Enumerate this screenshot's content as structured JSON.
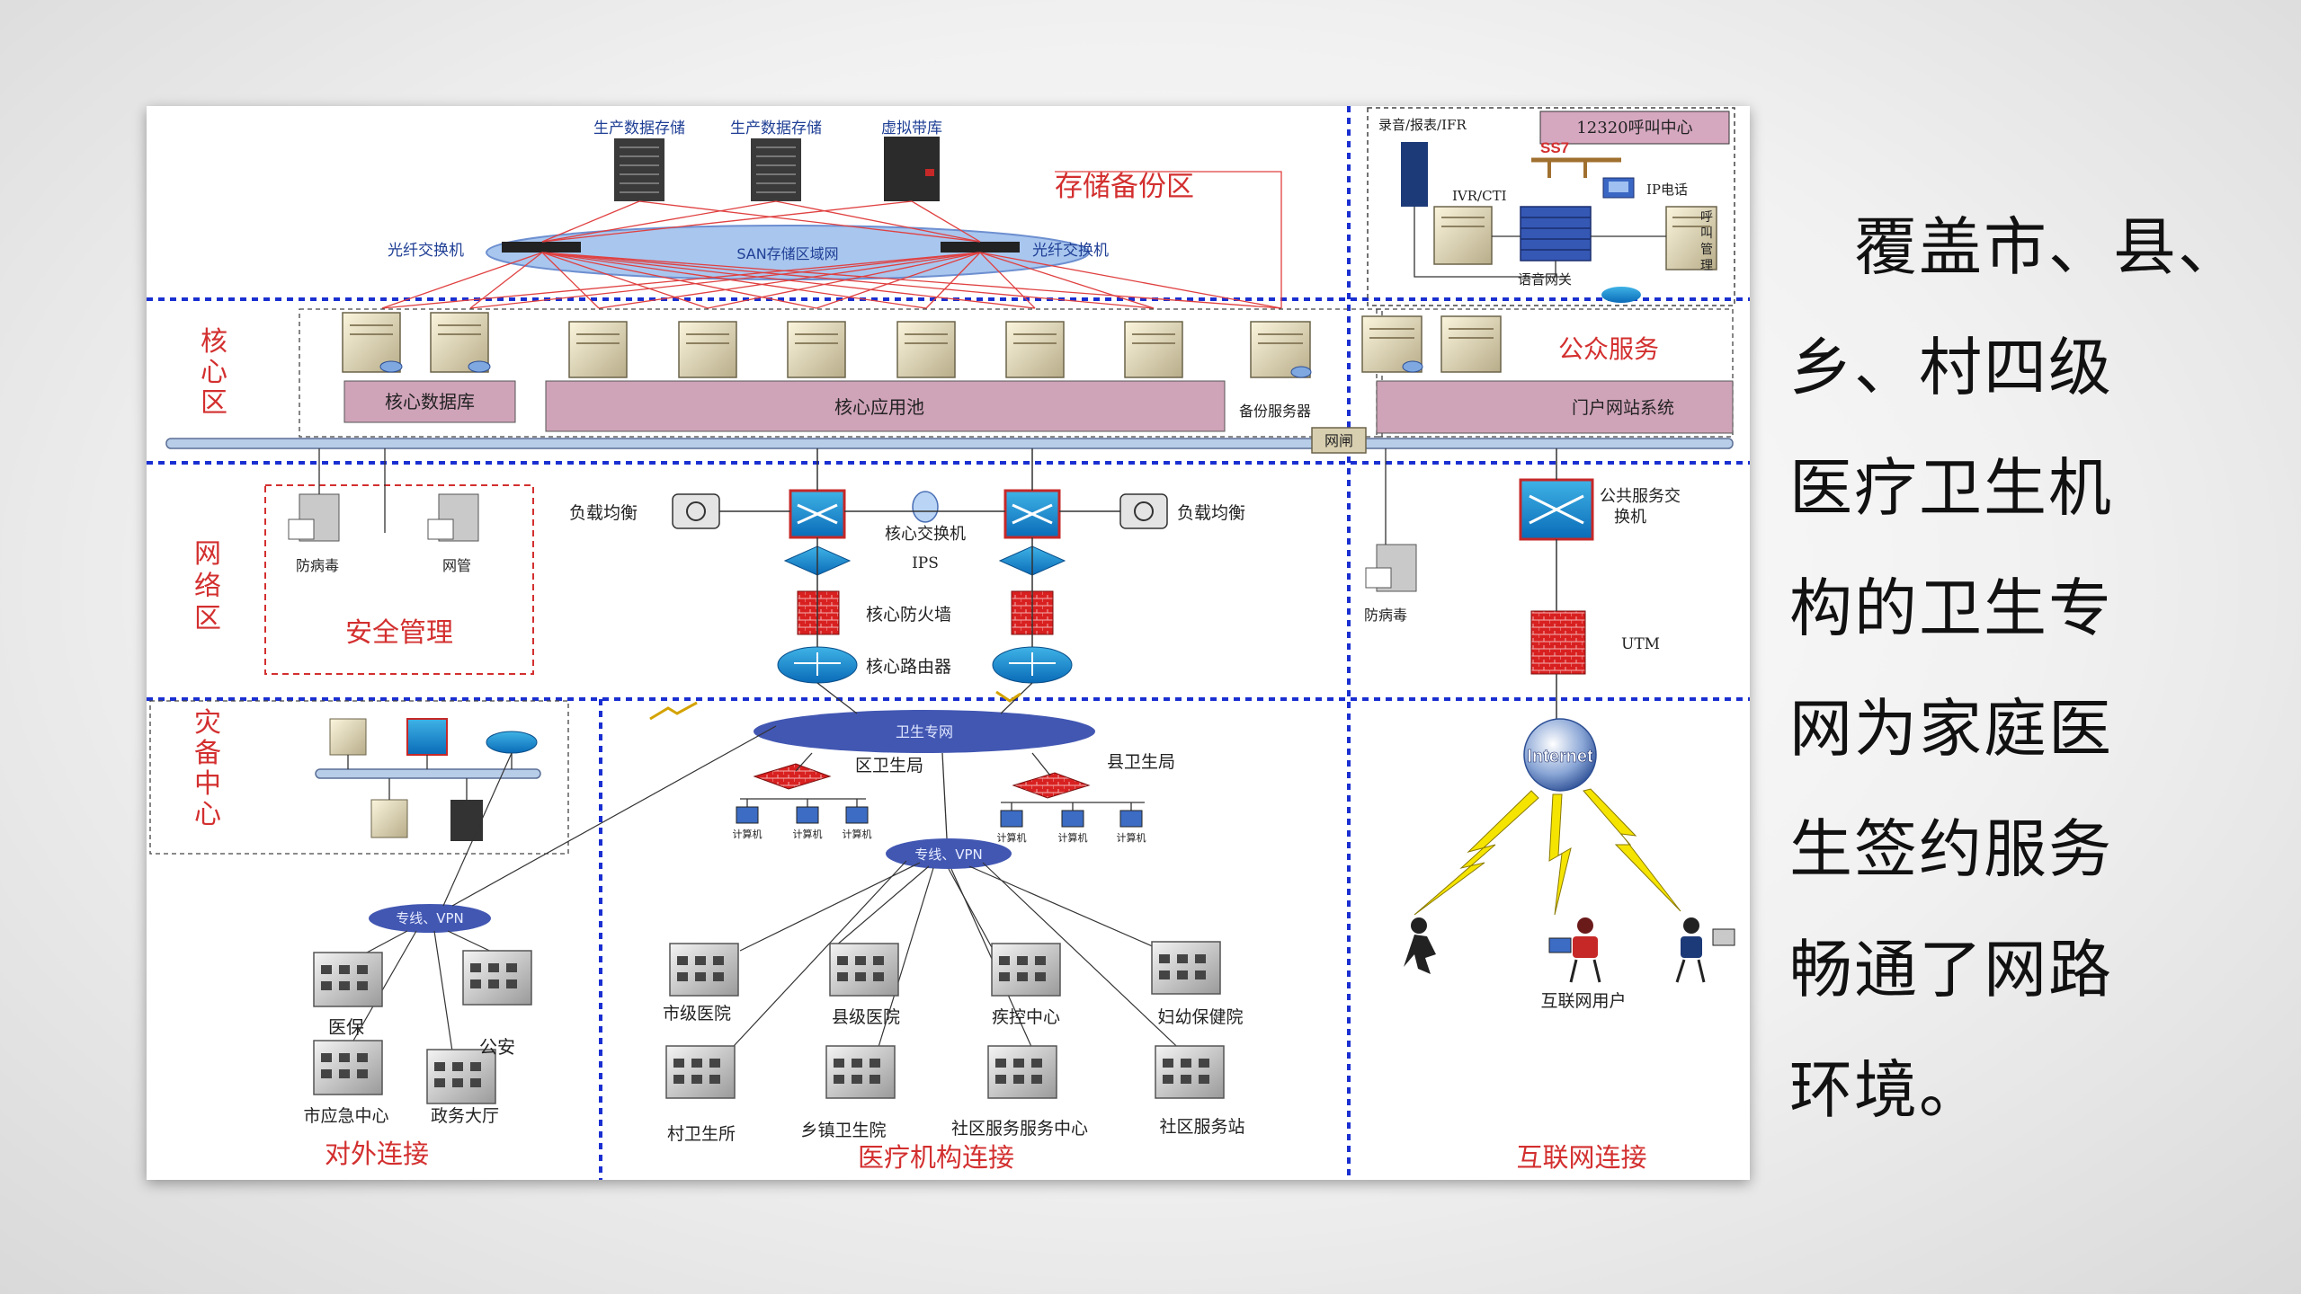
{
  "side_text": {
    "lines": [
      "　覆盖市、县、",
      "乡、村四级",
      "医疗卫生机",
      "构的卫生专",
      "网为家庭医",
      "生签约服务",
      "畅通了网路",
      "环境。"
    ]
  },
  "zones": {
    "storage": "存储备份区",
    "core": [
      "核",
      "心",
      "区"
    ],
    "network": [
      "网",
      "络",
      "区"
    ],
    "disaster": [
      "灾",
      "备",
      "中",
      "心"
    ],
    "public_service": "公众服务",
    "security": "安全管理",
    "external": "对外连接",
    "medical": "医疗机构连接",
    "internet": "互联网连接"
  },
  "storage_area": {
    "devices": [
      "生产数据存储",
      "生产数据存储",
      "虚拟带库"
    ],
    "san_label": "SAN存储区域网",
    "fc_switch_left": "光纤交换机",
    "fc_switch_right": "光纤交换机"
  },
  "core_area": {
    "core_db": "核心数据库",
    "core_app_pool": "核心应用池",
    "backup_server": "备份服务器",
    "gatekeeper": "网闸",
    "portal": "门户网站系统"
  },
  "call_center": {
    "title": "12320呼叫中心",
    "recording": "录音/报表/IFR",
    "ss7": "SS7",
    "ivr": "IVR/CTI",
    "ip_phone": "IP电话",
    "call_mgmt": [
      "呼",
      "叫",
      "管",
      "理"
    ],
    "voice_gw": "语音网关"
  },
  "network_area": {
    "lb_left": "负载均衡",
    "lb_right": "负载均衡",
    "core_switch": "核心交换机",
    "ips": "IPS",
    "core_firewall": "核心防火墙",
    "core_router": "核心路由器",
    "antivirus": "防病毒",
    "netmgmt": "网管",
    "public_switch": [
      "公共服务交",
      "换机"
    ],
    "antivirus_right": "防病毒",
    "utm": "UTM"
  },
  "health_net": {
    "cloud": "卫生专网",
    "district": "区卫生局",
    "county": "县卫生局",
    "pc": "计算机",
    "vpn_center": "专线、VPN",
    "vpn_left": "专线、VPN"
  },
  "external": {
    "items": [
      "医保",
      "公安",
      "市应急中心",
      "政务大厅"
    ]
  },
  "medical": {
    "top": [
      "市级医院",
      "县级医院",
      "疾控中心",
      "妇幼保健院"
    ],
    "bottom": [
      "村卫生所",
      "乡镇卫生院",
      "社区服务服务中心",
      "社区服务站"
    ]
  },
  "internet_area": {
    "globe": "Internet",
    "users": "互联网用户"
  },
  "colors": {
    "zone_red": "#d32f2f",
    "divider_blue": "#1a2fd1",
    "pink_band": "#cfa3b8",
    "cloud_blue": "#4257b2",
    "san_blue": "#a9c6ee"
  }
}
